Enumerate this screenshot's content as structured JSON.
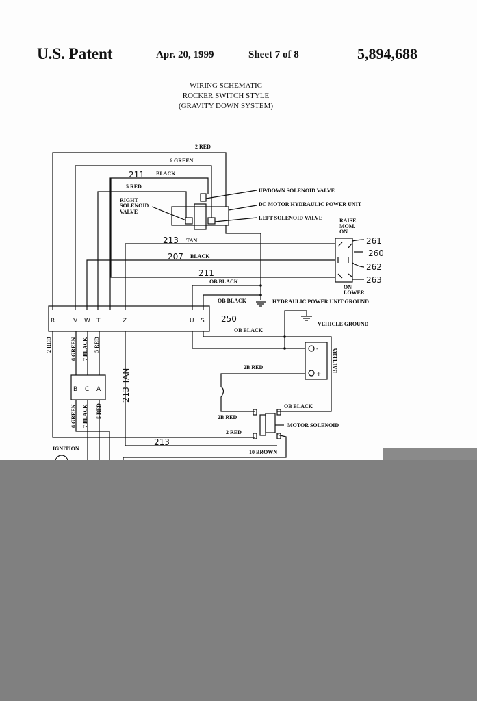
{
  "header": {
    "patent": "U.S. Patent",
    "date": "Apr. 20, 1999",
    "sheet": "Sheet 7 of 8",
    "number": "5,894,688"
  },
  "title": [
    "WIRING SCHEMATIC",
    "ROCKER SWITCH STYLE",
    "(GRAVITY DOWN SYSTEM)"
  ],
  "wires": {
    "red2_top": "2 RED",
    "green6_top": "6 GREEN",
    "w211": "211",
    "black": "BLACK",
    "red5_top": "5 RED",
    "w213": "213",
    "tan": "TAN",
    "w207": "207",
    "black207": "BLACK",
    "w211b": "211",
    "ob_black1": "OB BLACK",
    "ob_black2": "OB BLACK",
    "ob_black3": "OB BLACK",
    "ob_black4": "OB BLACK",
    "red2_side": "2 RED",
    "green6_a": "6 GREEN",
    "black7_a": "7 BLACK",
    "red5_a": "5 RED",
    "green6_b": "6 GREEN",
    "black7_b": "7 BLACK",
    "red5_b": "5 RED",
    "w213_tan": "213  TAN",
    "red2b_1": "2B RED",
    "red2b_2": "2B RED",
    "red2_bottom": "2 RED",
    "w213_bottom": "213",
    "brown10": "10 BROWN"
  },
  "components": {
    "updown": "UP/DOWN SOLENOID VALVE",
    "dc_motor": "DC MOTOR HYDRAULIC POWER UNIT",
    "left_sol": "LEFT SOLENOID VALVE",
    "right_sol": [
      "RIGHT",
      "SOLENOID",
      "VALVE"
    ],
    "raise": [
      "RAISE",
      "MOM.",
      "ON"
    ],
    "lower": [
      "ON",
      "LOWER"
    ],
    "hpu_ground": "HYDRAULIC POWER UNIT GROUND",
    "vehicle_ground": "VEHICLE GROUND",
    "battery": "BATTERY",
    "motor_solenoid": "MOTOR SOLENOID",
    "ignition": "IGNITION",
    "ref250": "250",
    "switch_refs": [
      "261",
      "260",
      "262",
      "263"
    ],
    "terminals": [
      "R",
      "V",
      "W",
      "T",
      "Z",
      "U",
      "S"
    ],
    "plug": [
      "B",
      "C",
      "A"
    ],
    "batt_minus": "-",
    "batt_plus": "+"
  }
}
